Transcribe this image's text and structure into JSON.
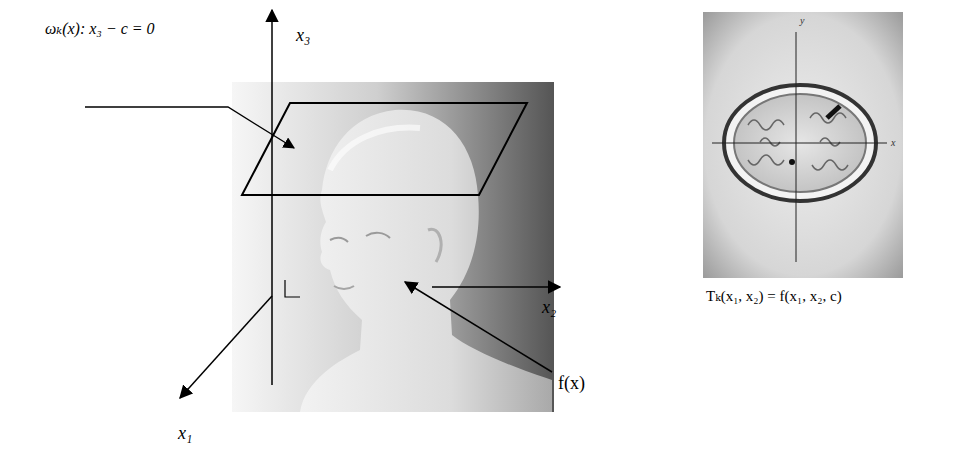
{
  "diagram": {
    "labels": [
      "ωₖ(x): x₃ − c = 0",
      "x₃",
      "x₂",
      "f(x)",
      "x₁",
      "Tₖ(x₁, x₂) = f(x₁, x₂, c)",
      "y",
      "x"
    ]
  }
}
